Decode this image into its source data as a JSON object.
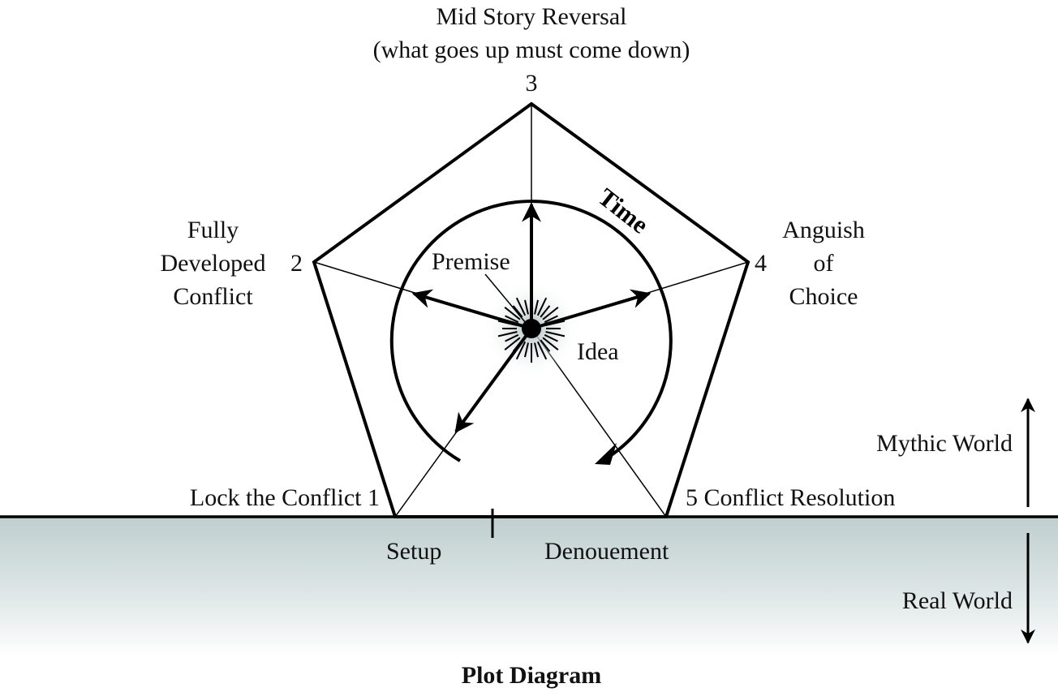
{
  "title": "Plot Diagram",
  "center": {
    "idea": "Idea",
    "premise": "Premise",
    "time": "Time"
  },
  "points": [
    {
      "number": "1",
      "label": "Lock the Conflict"
    },
    {
      "number": "2",
      "label_lines": [
        "Fully",
        "Developed",
        "Conflict"
      ]
    },
    {
      "number": "3",
      "label_lines": [
        "Mid Story Reversal",
        "(what goes up must come down)"
      ]
    },
    {
      "number": "4",
      "label_lines": [
        "Anguish",
        "of",
        "Choice"
      ]
    },
    {
      "number": "5",
      "label": "Conflict Resolution"
    }
  ],
  "segments": {
    "setup": "Setup",
    "denouement": "Denouement"
  },
  "worlds": {
    "mythic": "Mythic World",
    "real": "Real World"
  }
}
